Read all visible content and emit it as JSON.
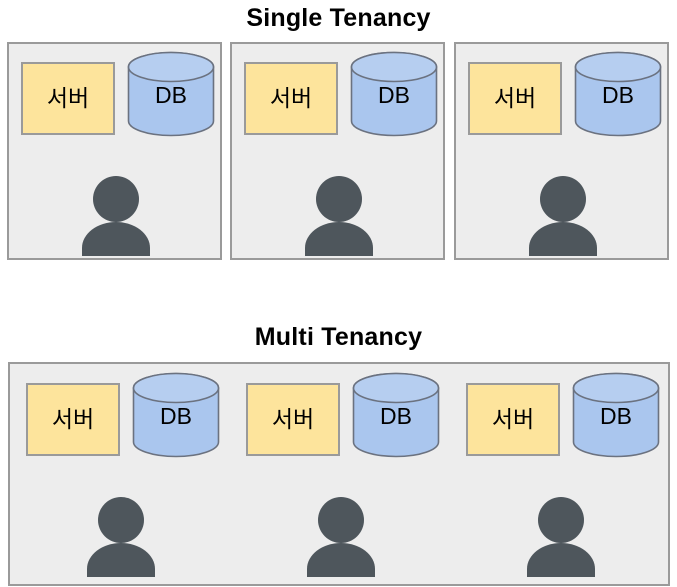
{
  "diagram": {
    "title_single": "Single Tenancy",
    "title_multi": "Multi Tenancy",
    "labels": {
      "server": "서버",
      "db": "DB"
    },
    "colors": {
      "panel_fill": "#ededed",
      "panel_border": "#9a9a9a",
      "server_fill": "#fde49c",
      "server_border": "#9a9a9a",
      "db_fill": "#aac6ee",
      "db_border": "#6b7280",
      "person_fill": "#4e565c",
      "title_text": "#000000",
      "background": "#ffffff"
    },
    "single_tenancy": {
      "panel_count": 3,
      "panels": [
        {
          "server": "서버",
          "db": "DB",
          "users": 1
        },
        {
          "server": "서버",
          "db": "DB",
          "users": 1
        },
        {
          "server": "서버",
          "db": "DB",
          "users": 1
        }
      ]
    },
    "multi_tenancy": {
      "panel_count": 1,
      "servers": [
        "서버",
        "서버",
        "서버"
      ],
      "databases": [
        "DB",
        "DB",
        "DB"
      ],
      "users": 3
    },
    "icons": {
      "person": "person-icon",
      "database": "database-cylinder-icon",
      "server": "server-box-icon"
    }
  }
}
